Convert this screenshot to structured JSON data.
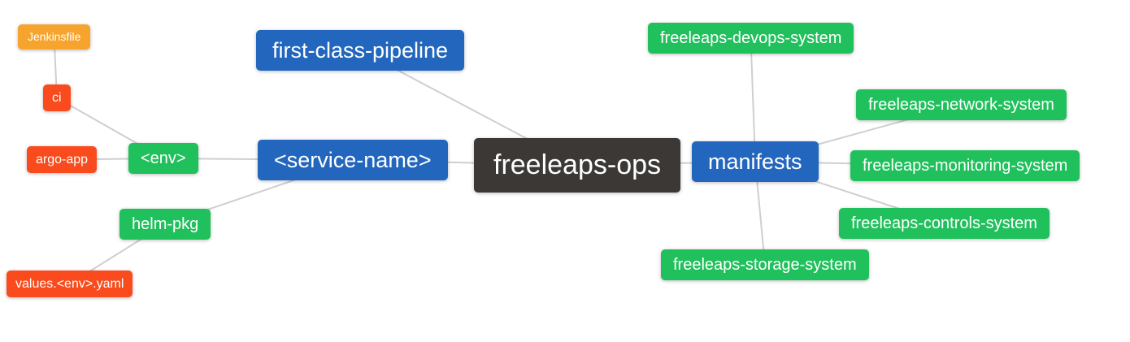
{
  "diagram": {
    "title": "freeleaps-ops mind map",
    "background": "#ffffff",
    "edge_color": "#cfcfcf",
    "palette": {
      "orange": "#f6a42d",
      "red": "#f94b1d",
      "green": "#20c05c",
      "blue": "#2266bd",
      "dark": "#3c3836",
      "text": "#ffffff"
    },
    "nodes": [
      {
        "id": "jenkinsfile",
        "label": "Jenkinsfile",
        "color": "orange",
        "size": "s"
      },
      {
        "id": "ci",
        "label": "ci",
        "color": "red",
        "size": "m"
      },
      {
        "id": "argo-app",
        "label": "argo-app",
        "color": "red",
        "size": "m"
      },
      {
        "id": "env",
        "label": "<env>",
        "color": "green",
        "size": "l"
      },
      {
        "id": "helm-pkg",
        "label": "helm-pkg",
        "color": "green",
        "size": "l"
      },
      {
        "id": "values-env-yaml",
        "label": "values.<env>.yaml",
        "color": "red",
        "size": "m"
      },
      {
        "id": "first-class-pipeline",
        "label": "first-class-pipeline",
        "color": "blue",
        "size": "xl"
      },
      {
        "id": "service-name",
        "label": "<service-name>",
        "color": "blue",
        "size": "xl"
      },
      {
        "id": "freeleaps-ops",
        "label": "freeleaps-ops",
        "color": "dark",
        "size": "xxl"
      },
      {
        "id": "manifests",
        "label": "manifests",
        "color": "blue",
        "size": "xl"
      },
      {
        "id": "freeleaps-devops-system",
        "label": "freeleaps-devops-system",
        "color": "green",
        "size": "l"
      },
      {
        "id": "freeleaps-network-system",
        "label": "freeleaps-network-system",
        "color": "green",
        "size": "l"
      },
      {
        "id": "freeleaps-monitoring-system",
        "label": "freeleaps-monitoring-system",
        "color": "green",
        "size": "l"
      },
      {
        "id": "freeleaps-controls-system",
        "label": "freeleaps-controls-system",
        "color": "green",
        "size": "l"
      },
      {
        "id": "freeleaps-storage-system",
        "label": "freeleaps-storage-system",
        "color": "green",
        "size": "l"
      }
    ],
    "edges": [
      [
        "jenkinsfile",
        "ci"
      ],
      [
        "ci",
        "env"
      ],
      [
        "argo-app",
        "env"
      ],
      [
        "env",
        "service-name"
      ],
      [
        "helm-pkg",
        "service-name"
      ],
      [
        "values-env-yaml",
        "helm-pkg"
      ],
      [
        "first-class-pipeline",
        "freeleaps-ops"
      ],
      [
        "service-name",
        "freeleaps-ops"
      ],
      [
        "freeleaps-ops",
        "manifests"
      ],
      [
        "manifests",
        "freeleaps-devops-system"
      ],
      [
        "manifests",
        "freeleaps-network-system"
      ],
      [
        "manifests",
        "freeleaps-monitoring-system"
      ],
      [
        "manifests",
        "freeleaps-controls-system"
      ],
      [
        "manifests",
        "freeleaps-storage-system"
      ]
    ]
  }
}
